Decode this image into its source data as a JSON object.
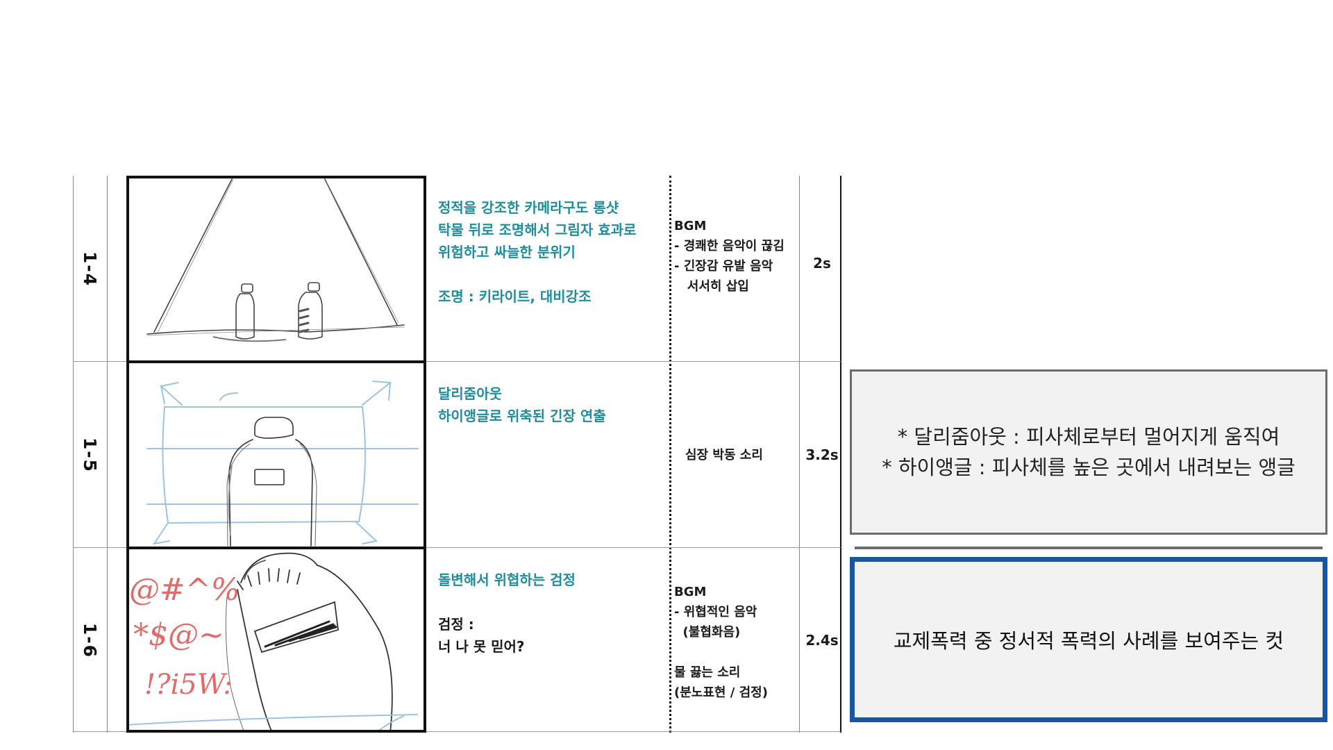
{
  "storyboard": {
    "rows": [
      {
        "cut": "1-4",
        "description": [
          "정적을 강조한 카메라구도 롱샷",
          "탁물 뒤로 조명해서 그림자 효과로",
          "위험하고 싸늘한 분위기",
          "",
          "조명 : 키라이트, 대비강조"
        ],
        "audio": [
          "BGM",
          "- 경쾌한 음악이 끊김",
          "- 긴장감 유발 음악",
          "   서서히 삽입"
        ],
        "duration": "2s"
      },
      {
        "cut": "1-5",
        "description": [
          "달리줌아웃",
          "하이앵글로 위축된 긴장 연출"
        ],
        "audio": [
          "심장 박동 소리"
        ],
        "duration": "3.2s"
      },
      {
        "cut": "1-6",
        "description": [
          "돌변해서 위협하는 검정",
          "",
          "검정 :",
          "너 나 못 믿어?"
        ],
        "audio": [
          "BGM",
          "- 위협적인 음악",
          "  (불협화음)",
          "",
          "물 끓는 소리",
          "(분노표현 / 검정)"
        ],
        "duration": "2.4s"
      }
    ],
    "sketch_scribble": [
      "@#^%",
      "*$@~",
      "!?i5W:"
    ]
  },
  "note": {
    "lines": [
      "* 달리줌아웃 : 피사체로부터 멀어지게 움직여",
      "* 하이앵글 : 피사체를 높은 곳에서 내려보는 앵글"
    ]
  },
  "caption": {
    "text": "교제폭력 중 정서적 폭력의 사례를 보여주는 컷"
  },
  "colors": {
    "description_teal": "#1f8c9c",
    "caption_border": "#1557a0",
    "note_border": "#6b6b6b",
    "box_fill": "#f2f2f2",
    "sketch_blue": "#9ec3e0",
    "scribble_red": "#e06b6b"
  }
}
